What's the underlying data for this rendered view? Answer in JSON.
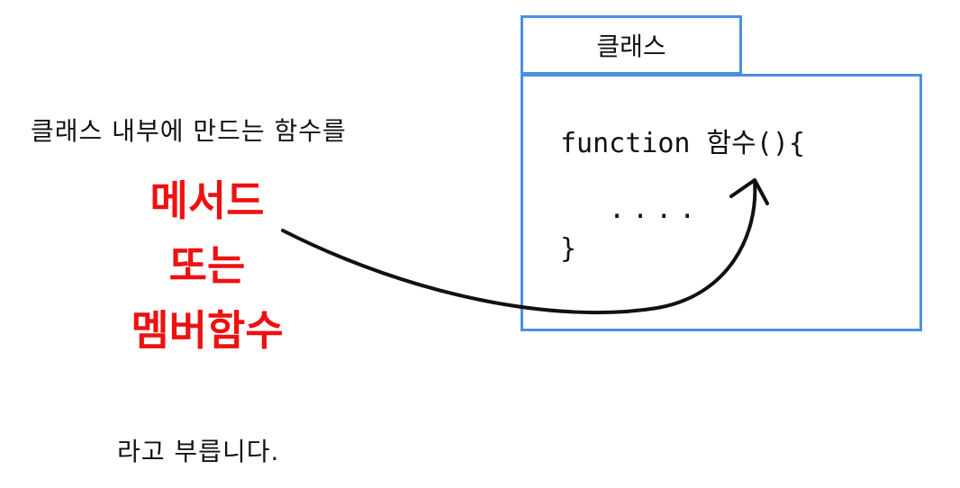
{
  "intro_text": "클래스 내부에 만드는 함수를",
  "terms": [
    "메서드",
    "또는",
    "멤버함수"
  ],
  "outro_text": "라고 부릅니다.",
  "class_box": {
    "title": "클래스",
    "code_lines": [
      "function 함수(){",
      "....",
      "}"
    ]
  },
  "colors": {
    "box_border": "#4a90e2",
    "highlight": "#ee1111",
    "text": "#111111"
  }
}
